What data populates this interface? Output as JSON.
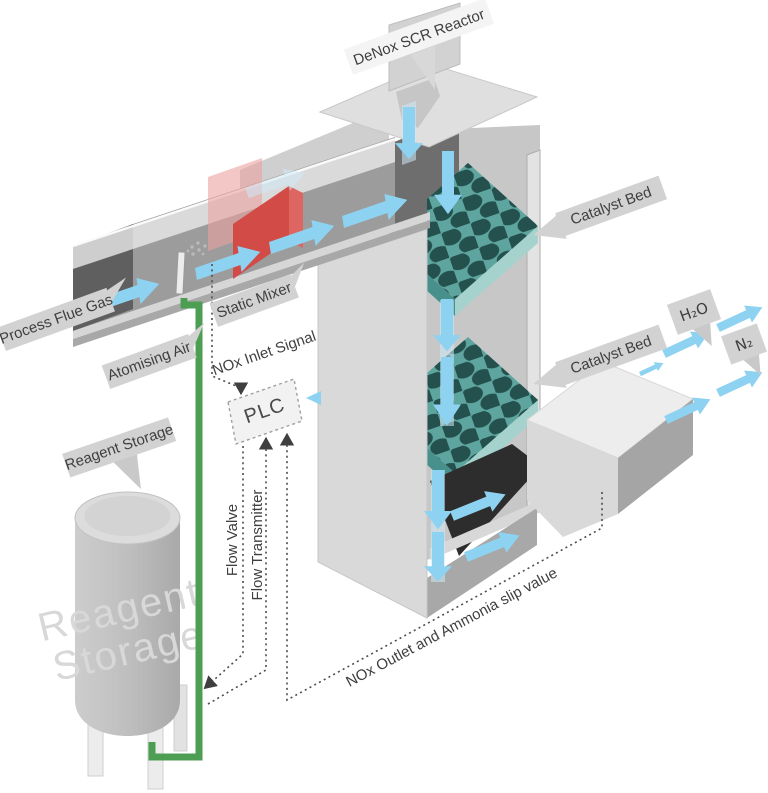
{
  "diagram": {
    "title": "DeNox SCR Reactor process diagram",
    "labels": {
      "reactor": "DeNox SCR Reactor",
      "process_flue_gas": "Process Flue Gas",
      "atomising_air": "Atomising Air",
      "static_mixer": "Static Mixer",
      "nox_inlet_signal": "NOx Inlet Signal",
      "catalyst_bed_upper": "Catalyst Bed",
      "catalyst_bed_lower": "Catalyst Bed",
      "h2o": "H₂O",
      "n2": "N₂",
      "plc": "PLC",
      "flow_valve": "Flow Valve",
      "flow_transmitter": "Flow Transmitter",
      "reagent_storage": "Reagent Storage",
      "nox_outlet": "NOx Outlet and Ammonia slip value",
      "tank_text_line1": "Reagent",
      "tank_text_line2": "Storage"
    },
    "colors": {
      "arrow_blue": "#8ed2f1",
      "arrow_blue_faint": "#cfe9f7",
      "catalyst_teal_top": "#5ea5a0",
      "catalyst_teal_light": "#a6d2cd",
      "catalyst_teal_dark": "#48908b",
      "catalyst_hole": "#24504d",
      "mixer_red": "#d24b47",
      "mixer_pink": "#eaa19e",
      "pipe_green": "#4d9e53",
      "ribbon_gray": "#d2d2d2",
      "label_text": "#3f3f3f",
      "duct_gray": "#9c9c9c",
      "tower_gray": "#d9d9d9",
      "outlet_black": "#2d2d2d"
    }
  }
}
